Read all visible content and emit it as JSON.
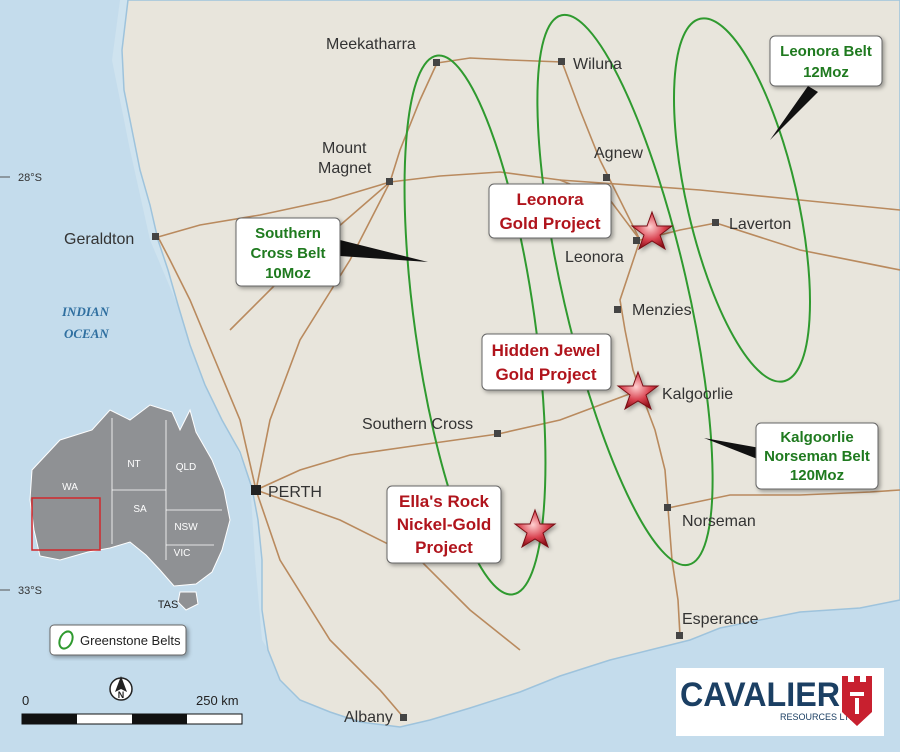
{
  "towns": [
    {
      "id": "meekatharra",
      "label": "Meekatharra"
    },
    {
      "id": "wiluna",
      "label": "Wiluna"
    },
    {
      "id": "agnew",
      "label": "Agnew"
    },
    {
      "id": "mount",
      "label": "Mount"
    },
    {
      "id": "magnet",
      "label": "Magnet"
    },
    {
      "id": "geraldton",
      "label": "Geraldton"
    },
    {
      "id": "laverton",
      "label": "Laverton"
    },
    {
      "id": "leonora",
      "label": "Leonora"
    },
    {
      "id": "menzies",
      "label": "Menzies"
    },
    {
      "id": "kalgoorlie",
      "label": "Kalgoorlie"
    },
    {
      "id": "southern_cross",
      "label": "Southern Cross"
    },
    {
      "id": "perth",
      "label": "PERTH"
    },
    {
      "id": "norseman",
      "label": "Norseman"
    },
    {
      "id": "esperance",
      "label": "Esperance"
    },
    {
      "id": "albany",
      "label": "Albany"
    }
  ],
  "latitudes": {
    "lat_28": "28°S",
    "lat_33": "33°S"
  },
  "ocean": {
    "line1": "INDIAN",
    "line2": "OCEAN"
  },
  "projects": {
    "leonora": {
      "line1": "Leonora",
      "line2": "Gold Project"
    },
    "hidden_jewel": {
      "line1": "Hidden Jewel",
      "line2": "Gold  Project"
    },
    "ellas_rock": {
      "line1": "Ella's Rock",
      "line2": "Nickel-Gold",
      "line3": "Project"
    }
  },
  "belts": {
    "leonora": {
      "line1": "Leonora Belt",
      "line2": "12Moz"
    },
    "southern_cross": {
      "line1": "Southern",
      "line2": "Cross Belt",
      "line3": "10Moz"
    },
    "kalgoorlie": {
      "line1": "Kalgoorlie",
      "line2": "Norseman Belt",
      "line3": "120Moz"
    }
  },
  "inset": {
    "states": {
      "wa": "WA",
      "nt": "NT",
      "qld": "QLD",
      "sa": "SA",
      "nsw": "NSW",
      "vic": "VIC",
      "tas": "TAS"
    }
  },
  "legend": {
    "greenstone_label": "Greenstone Belts"
  },
  "scale": {
    "start": "0",
    "end": "250 km",
    "north": "N"
  },
  "logo": {
    "name": "CAVALIER",
    "subtitle": "RESOURCES LTD"
  },
  "colors": {
    "greenstone": "#2f9a2f",
    "project": "#b0141c",
    "land": "#e8e5dc",
    "sea": "#cfe3ef",
    "road": "#b98a5e",
    "logo_red": "#c8202f",
    "logo_navy": "#1b3f63"
  }
}
